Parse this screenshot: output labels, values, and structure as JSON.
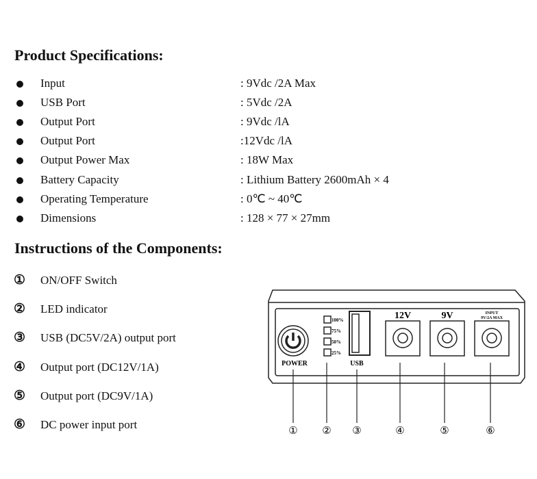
{
  "specs": {
    "title": "Product Specifications:",
    "items": [
      {
        "label": "Input",
        "value": ": 9Vdc /2A Max"
      },
      {
        "label": "USB Port",
        "value": ": 5Vdc /2A"
      },
      {
        "label": "Output Port",
        "value": ": 9Vdc /lA"
      },
      {
        "label": "Output Port",
        "value": ":12Vdc /lA"
      },
      {
        "label": "Output Power Max",
        "value": ": 18W Max"
      },
      {
        "label": "Battery Capacity",
        "value": ": Lithium Battery 2600mAh × 4"
      },
      {
        "label": "Operating Temperature",
        "value": ": 0℃ ~ 40℃"
      },
      {
        "label": "Dimensions",
        "value": ": 128 × 77 × 27mm"
      }
    ]
  },
  "components": {
    "title": "Instructions of the Components:",
    "items": [
      {
        "num": "①",
        "text": "ON/OFF Switch"
      },
      {
        "num": "②",
        "text": "LED indicator"
      },
      {
        "num": "③",
        "text": "USB (DC5V/2A) output port"
      },
      {
        "num": "④",
        "text": "Output port (DC12V/1A)"
      },
      {
        "num": "⑤",
        "text": "Output port (DC9V/1A)"
      },
      {
        "num": "⑥",
        "text": "DC power input port"
      }
    ]
  },
  "diagram": {
    "power": "POWER",
    "usb": "USB",
    "leds": [
      "100%",
      "75%",
      "50%",
      "25%"
    ],
    "port12": "12V",
    "port9": "9V",
    "input1": "INPUT",
    "input2": "9V/2A MAX",
    "callouts": [
      "①",
      "②",
      "③",
      "④",
      "⑤",
      "⑥"
    ]
  }
}
